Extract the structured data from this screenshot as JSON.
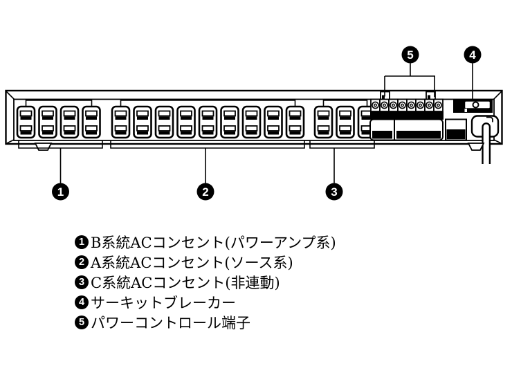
{
  "legend": {
    "items": [
      {
        "number": "1",
        "label": "B系統ACコンセント(パワーアンプ系)"
      },
      {
        "number": "2",
        "label": "A系統ACコンセント(ソース系)"
      },
      {
        "number": "3",
        "label": "C系統ACコンセント(非連動)"
      },
      {
        "number": "4",
        "label": "サーキットブレーカー"
      },
      {
        "number": "5",
        "label": "パワーコントロール端子"
      }
    ]
  },
  "diagram": {
    "type": "rear-panel-line-drawing",
    "outlet_groups": [
      {
        "callout": "1",
        "system": "B",
        "outlet_count": 4
      },
      {
        "callout": "2",
        "system": "A",
        "outlet_count": 9
      },
      {
        "callout": "3",
        "system": "C",
        "outlet_count": 3
      }
    ],
    "terminal_block": {
      "callout": "5",
      "screw_count": 8
    },
    "circuit_breaker": {
      "callout": "4"
    },
    "colors": {
      "line": "#000000",
      "background": "#ffffff"
    }
  }
}
